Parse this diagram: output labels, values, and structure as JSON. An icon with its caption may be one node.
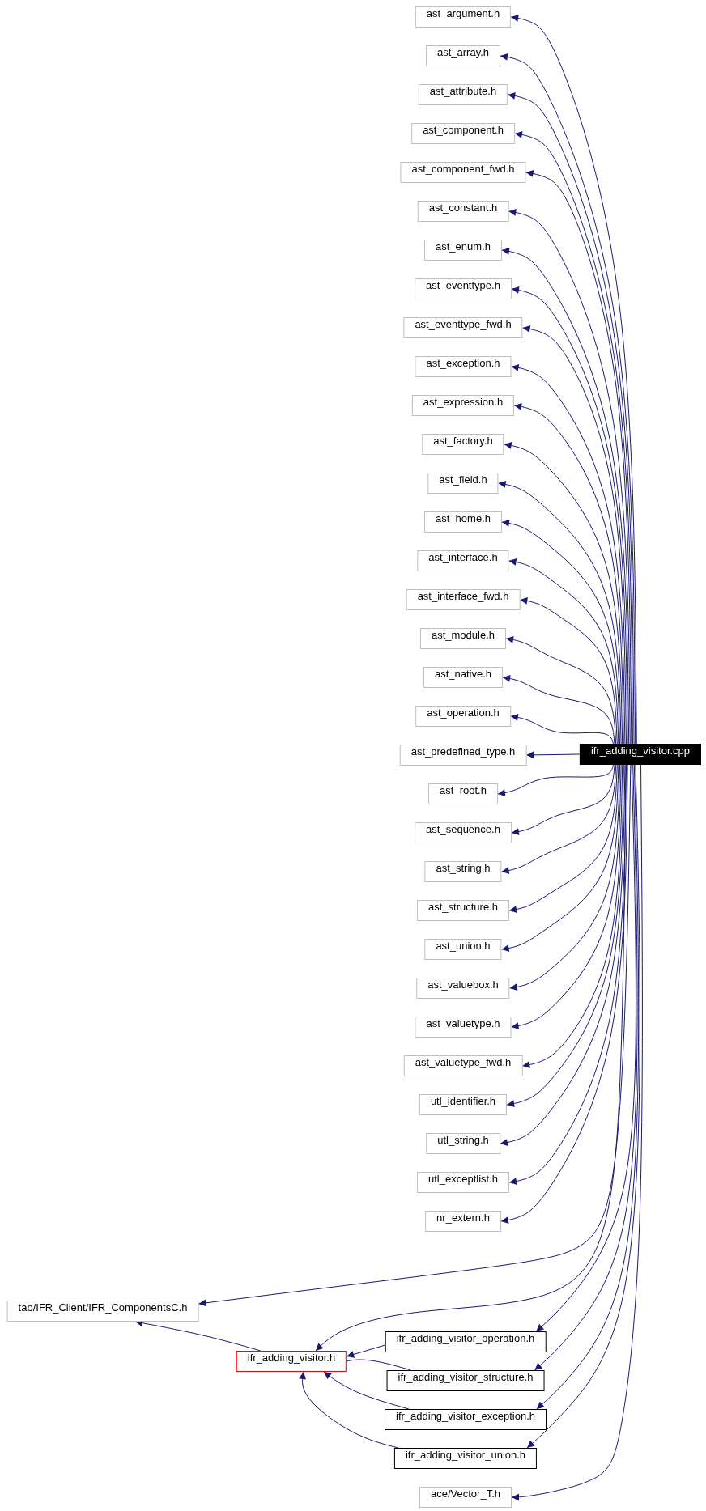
{
  "diagram": {
    "nodes": [
      {
        "text": [
          "ast_argument.h"
        ]
      },
      {
        "text": [
          "ast_array.h"
        ]
      },
      {
        "text": [
          "ast_attribute.h"
        ]
      },
      {
        "text": [
          "ast_component.h"
        ]
      },
      {
        "text": [
          "ast_component_fwd.h"
        ]
      },
      {
        "text": [
          "ast_constant.h"
        ]
      },
      {
        "text": [
          "ast_enum.h"
        ]
      },
      {
        "text": [
          "ast_eventtype.h"
        ]
      },
      {
        "text": [
          "ast_eventtype_fwd.h"
        ]
      },
      {
        "text": [
          "ast_exception.h"
        ]
      },
      {
        "text": [
          "ast_expression.h"
        ]
      },
      {
        "text": [
          "ast_factory.h"
        ]
      },
      {
        "text": [
          "ast_field.h"
        ]
      },
      {
        "text": [
          "ast_home.h"
        ]
      },
      {
        "text": [
          "ast_interface.h"
        ]
      },
      {
        "text": [
          "ast_interface_fwd.h"
        ]
      },
      {
        "text": [
          "ast_module.h"
        ]
      },
      {
        "text": [
          "ast_native.h"
        ]
      },
      {
        "text": [
          "ast_operation.h"
        ]
      },
      {
        "text": [
          "ast_predefined_type.h"
        ]
      },
      {
        "text": [
          "ast_root.h"
        ]
      },
      {
        "text": [
          "ast_sequence.h"
        ]
      },
      {
        "text": [
          "ast_string.h"
        ]
      },
      {
        "text": [
          "ast_structure.h"
        ]
      },
      {
        "text": [
          "ast_union.h"
        ]
      },
      {
        "text": [
          "ast_valuebox.h"
        ]
      },
      {
        "text": [
          "ast_valuetype.h"
        ]
      },
      {
        "text": [
          "ast_valuetype_fwd.h"
        ]
      },
      {
        "text": [
          "utl_identifier.h"
        ]
      },
      {
        "text": [
          "utl_string.h"
        ]
      },
      {
        "text": [
          "utl_exceptlist.h"
        ]
      },
      {
        "text": [
          "nr_extern.h"
        ]
      },
      {
        "text": [
          "ifr_adding_visitor.cpp"
        ]
      },
      {
        "text": [
          "tao/IFR_Client/IFR_ComponentsC.h"
        ]
      },
      {
        "text": [
          "ifr_adding_visitor.h"
        ]
      },
      {
        "text": [
          "ifr_adding_visitor_operation.h"
        ]
      },
      {
        "text": [
          "ifr_adding_visitor_structure.h"
        ]
      },
      {
        "text": [
          "ifr_adding_visitor_exception.h"
        ]
      },
      {
        "text": [
          "ifr_adding_visitor_union.h"
        ]
      },
      {
        "text": [
          "ace/Vector_T.h"
        ]
      }
    ],
    "edges": [
      {
        "from": 32,
        "to": 0,
        "arrow": "to"
      },
      {
        "from": 32,
        "to": 1,
        "arrow": "to"
      },
      {
        "from": 32,
        "to": 2,
        "arrow": "to"
      },
      {
        "from": 32,
        "to": 3,
        "arrow": "to"
      },
      {
        "from": 32,
        "to": 4,
        "arrow": "to"
      },
      {
        "from": 32,
        "to": 5,
        "arrow": "to"
      },
      {
        "from": 32,
        "to": 6,
        "arrow": "to"
      },
      {
        "from": 32,
        "to": 7,
        "arrow": "to"
      },
      {
        "from": 32,
        "to": 8,
        "arrow": "to"
      },
      {
        "from": 32,
        "to": 9,
        "arrow": "to"
      },
      {
        "from": 32,
        "to": 10,
        "arrow": "to"
      },
      {
        "from": 32,
        "to": 11,
        "arrow": "to"
      },
      {
        "from": 32,
        "to": 12,
        "arrow": "to"
      },
      {
        "from": 32,
        "to": 13,
        "arrow": "to"
      },
      {
        "from": 32,
        "to": 14,
        "arrow": "to"
      },
      {
        "from": 32,
        "to": 15,
        "arrow": "to"
      },
      {
        "from": 32,
        "to": 16,
        "arrow": "to"
      },
      {
        "from": 32,
        "to": 17,
        "arrow": "to"
      },
      {
        "from": 32,
        "to": 18,
        "arrow": "to"
      },
      {
        "from": 32,
        "to": 19,
        "arrow": "to"
      },
      {
        "from": 32,
        "to": 20,
        "arrow": "to"
      },
      {
        "from": 32,
        "to": 21,
        "arrow": "to"
      },
      {
        "from": 32,
        "to": 22,
        "arrow": "to"
      },
      {
        "from": 32,
        "to": 23,
        "arrow": "to"
      },
      {
        "from": 32,
        "to": 24,
        "arrow": "to"
      },
      {
        "from": 32,
        "to": 25,
        "arrow": "to"
      },
      {
        "from": 32,
        "to": 26,
        "arrow": "to"
      },
      {
        "from": 32,
        "to": 27,
        "arrow": "to"
      },
      {
        "from": 32,
        "to": 28,
        "arrow": "to"
      },
      {
        "from": 32,
        "to": 29,
        "arrow": "to"
      },
      {
        "from": 32,
        "to": 30,
        "arrow": "to"
      },
      {
        "from": 32,
        "to": 31,
        "arrow": "to"
      },
      {
        "from": 32,
        "to": 33,
        "arrow": "to"
      },
      {
        "from": 32,
        "to": 34,
        "arrow": "to"
      },
      {
        "from": 32,
        "to": 35,
        "arrow": "to"
      },
      {
        "from": 32,
        "to": 36,
        "arrow": "to"
      },
      {
        "from": 32,
        "to": 37,
        "arrow": "to"
      },
      {
        "from": 32,
        "to": 38,
        "arrow": "to"
      },
      {
        "from": 32,
        "to": 39,
        "arrow": "to"
      },
      {
        "from": 34,
        "to": 33,
        "arrow": "to"
      },
      {
        "from": 35,
        "to": 34,
        "arrow": "to"
      },
      {
        "from": 36,
        "to": 34,
        "arrow": "to"
      },
      {
        "from": 37,
        "to": 34,
        "arrow": "to"
      },
      {
        "from": 38,
        "to": 34,
        "arrow": "to"
      }
    ]
  }
}
